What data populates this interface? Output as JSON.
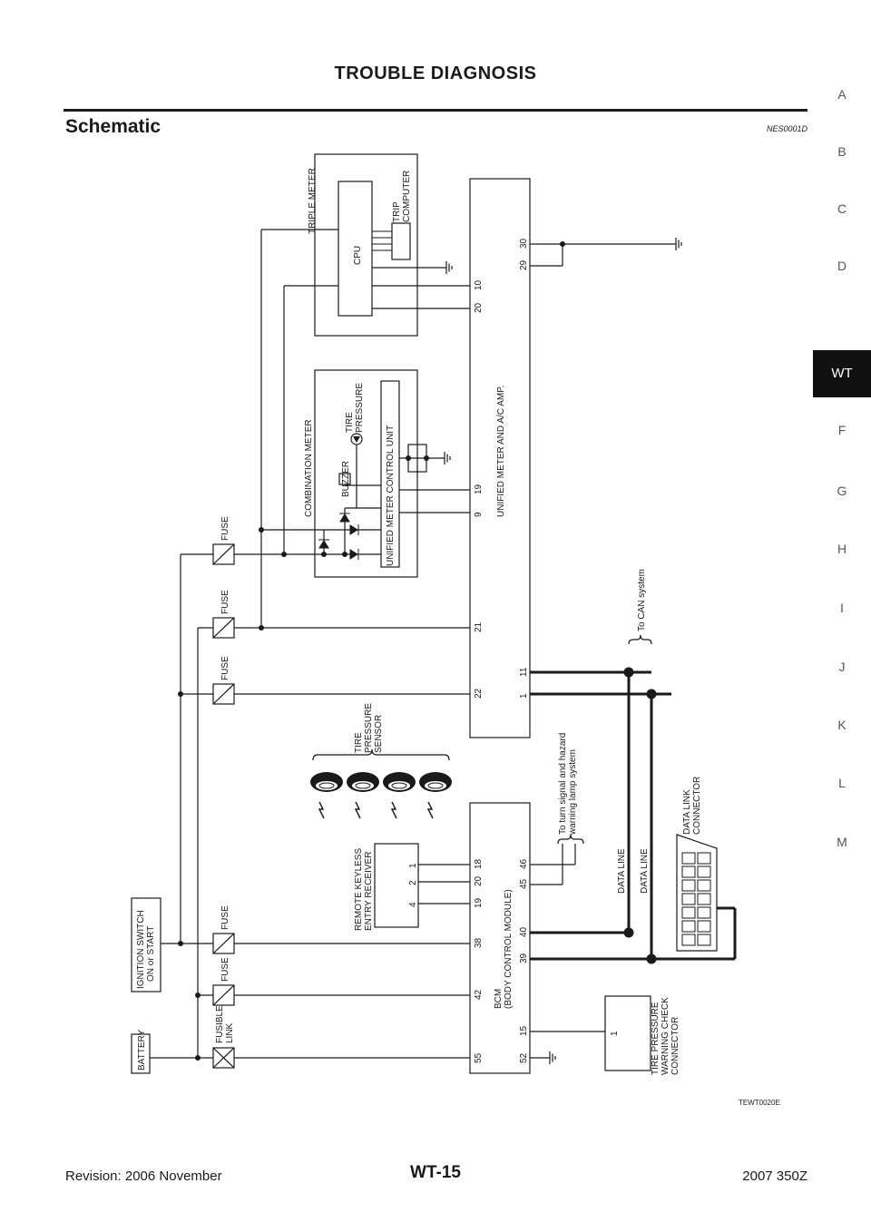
{
  "header": {
    "title": "TROUBLE DIAGNOSIS"
  },
  "section": {
    "title": "Schematic",
    "code": "NES0001D"
  },
  "side_index": [
    "A",
    "B",
    "C",
    "D",
    "WT",
    "F",
    "G",
    "H",
    "I",
    "J",
    "K",
    "L",
    "M"
  ],
  "side_index_active": "WT",
  "diagram": {
    "triple_meter": "TRIPLE METER",
    "cpu": "CPU",
    "trip_computer": [
      "TRIP",
      "COMPUTER"
    ],
    "combination_meter": "COMBINATION METER",
    "unified_meter_control_unit": "UNIFIED METER CONTROL UNIT",
    "buzzer": "BUZZER",
    "tire_pressure_lamp": [
      "TIRE",
      "PRESSURE"
    ],
    "unified_meter_amp": "UNIFIED METER AND A/C AMP.",
    "amp_pins": {
      "p20": "20",
      "p10": "10",
      "p29": "29",
      "p30": "30",
      "p9": "9",
      "p19": "19",
      "p21": "21",
      "p22": "22",
      "p1": "1",
      "p11": "11"
    },
    "fuse": "FUSE",
    "fusible_link": [
      "FUSIBLE",
      "LINK"
    ],
    "battery": "BATTERY",
    "ignition_switch": [
      "IGNITION SWITCH",
      "ON or START"
    ],
    "to_can_system": "To CAN system",
    "tire_pressure_sensor": [
      "TIRE",
      "PRESSURE",
      "SENSOR"
    ],
    "remote_keyless_receiver": [
      "REMOTE KEYLESS",
      "ENTRY RECEIVER"
    ],
    "receiver_pins": {
      "p4": "4",
      "p2": "2",
      "p1": "1"
    },
    "bcm": [
      "BCM",
      "(BODY CONTROL MODULE)"
    ],
    "bcm_pins": {
      "p55": "55",
      "p42": "42",
      "p38": "38",
      "p19": "19",
      "p20": "20",
      "p18": "18",
      "p52": "52",
      "p15": "15",
      "p39": "39",
      "p40": "40",
      "p45": "45",
      "p46": "46"
    },
    "to_turn_signal": [
      "To turn signal and hazard",
      "warning lamp system"
    ],
    "data_line": "DATA LINE",
    "data_link_connector": [
      "DATA LINK",
      "CONNECTOR"
    ],
    "tire_pressure_warning_connector": [
      "TIRE PRESSURE",
      "WARNING CHECK",
      "CONNECTOR"
    ],
    "warning_connector_pin": "1",
    "figure_code": "TEWT0020E"
  },
  "footer": {
    "revision": "Revision: 2006 November",
    "page": "WT-15",
    "model": "2007 350Z"
  }
}
